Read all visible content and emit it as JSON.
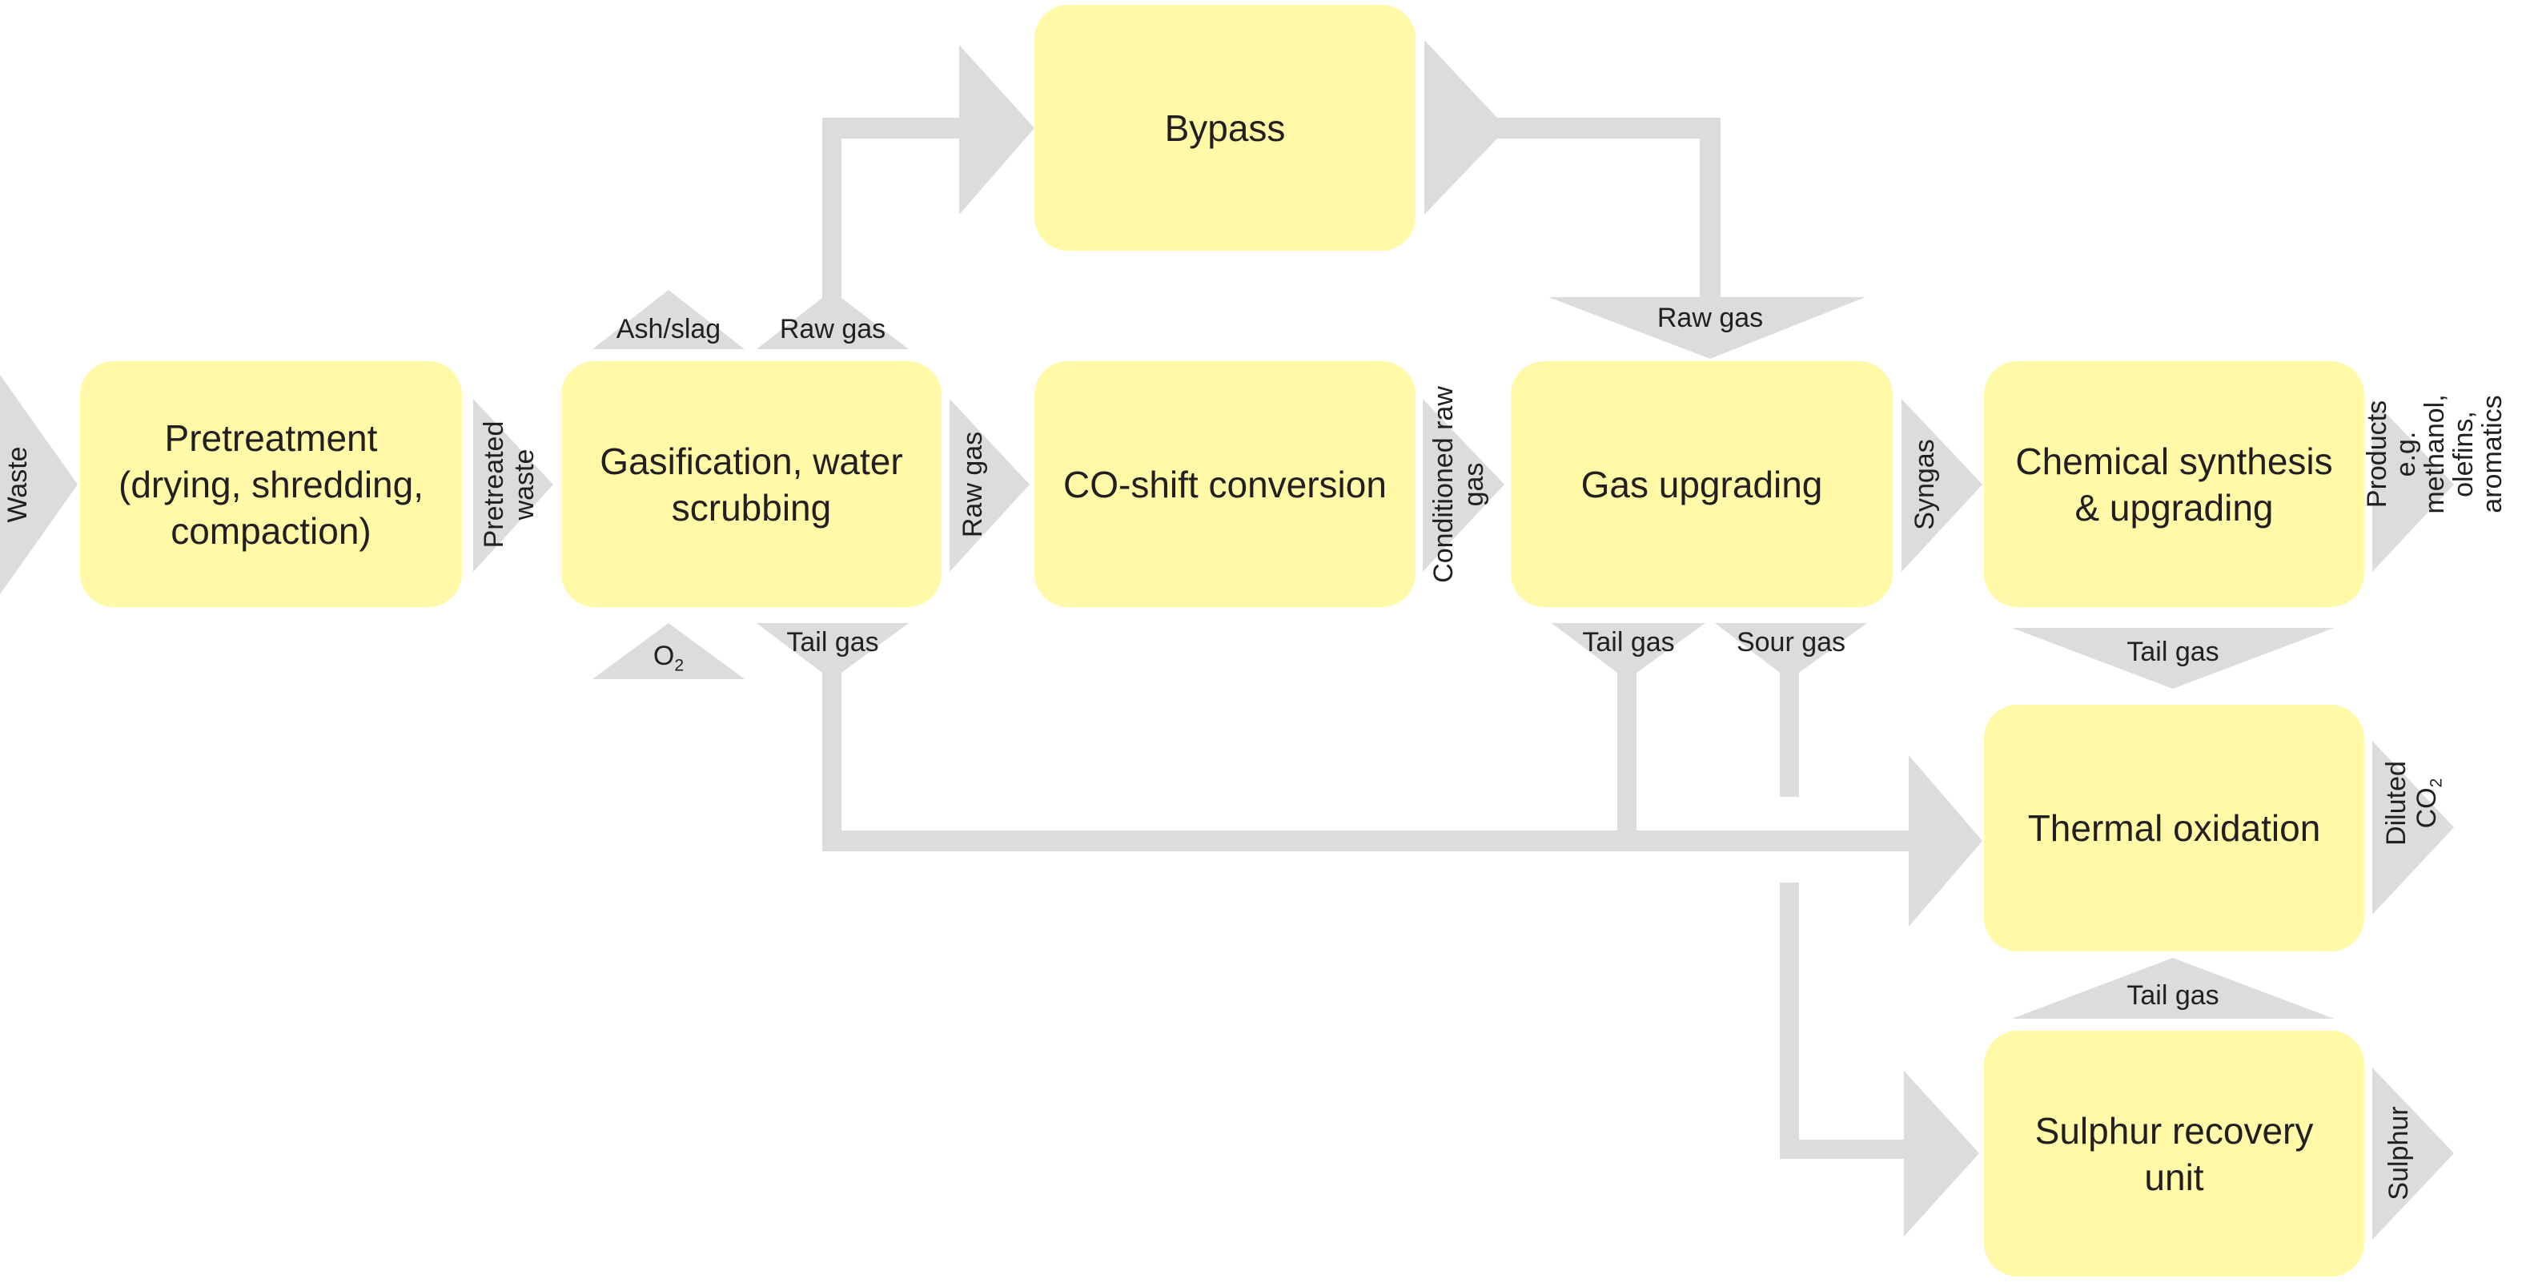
{
  "diagram": {
    "colors": {
      "process_box": "#fff9a8",
      "flow_arrow": "#dcdcdc",
      "text": "#231f20",
      "background": "#ffffff"
    },
    "nodes": {
      "pretreatment": "Pretreatment\n(drying, shredding,\ncompaction)",
      "gasification": "Gasification, water\nscrubbing",
      "bypass": "Bypass",
      "co_shift": "CO-shift conversion",
      "gas_upgrading": "Gas upgrading",
      "chemical_synthesis": "Chemical synthesis\n& upgrading",
      "thermal_oxidation": "Thermal oxidation",
      "sulphur_recovery": "Sulphur recovery\nunit"
    },
    "flows": {
      "waste": "Waste",
      "pretreated_waste": "Pretreated\nwaste",
      "ash_slag": "Ash/slag",
      "raw_gas_to_bypass": "Raw gas",
      "o2_main": "O",
      "o2_sub": "2",
      "tail_gas_gasification": "Tail gas",
      "raw_gas_to_co_shift": "Raw gas",
      "conditioned_raw_gas": "Conditioned raw\ngas",
      "raw_gas_from_bypass": "Raw gas",
      "syngas": "Syngas",
      "tail_gas_gas_upgrading": "Tail gas",
      "sour_gas": "Sour gas",
      "products": "Products e.g.\nmethanol,\nolefins,\naromatics",
      "tail_gas_synthesis": "Tail gas",
      "diluted_co2_main": "Diluted CO",
      "diluted_co2_sub": "2",
      "tail_gas_sru": "Tail gas",
      "sulphur": "Sulphur"
    }
  }
}
